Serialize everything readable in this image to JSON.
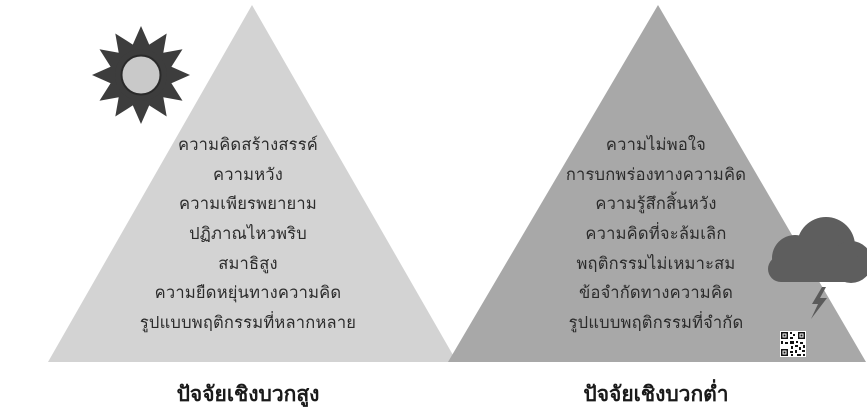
{
  "left_pyramid": {
    "items": [
      "ความคิดสร้างสรรค์",
      "ความหวัง",
      "ความเพียรพยายาม",
      "ปฏิภาณไหวพริบ",
      "สมาธิสูง",
      "ความยืดหยุ่นทางความคิด",
      "รูปแบบพฤติกรรมที่หลากหลาย"
    ],
    "caption": "ปัจจัยเชิงบวกสูง",
    "icon": "sun-icon",
    "color": "#d3d3d3"
  },
  "right_pyramid": {
    "items": [
      "ความไม่พอใจ",
      "การบกพร่องทางความคิด",
      "ความรู้สึกสิ้นหวัง",
      "ความคิดที่จะล้มเลิก",
      "พฤติกรรมไม่เหมาะสม",
      "ข้อจำกัดทางความคิด",
      "รูปแบบพฤติกรรมที่จำกัด"
    ],
    "caption": "ปัจจัยเชิงบวกต่ำ",
    "icon": "storm-cloud-icon",
    "color": "#a8a8a8"
  },
  "qr_code": "qr-code-icon"
}
